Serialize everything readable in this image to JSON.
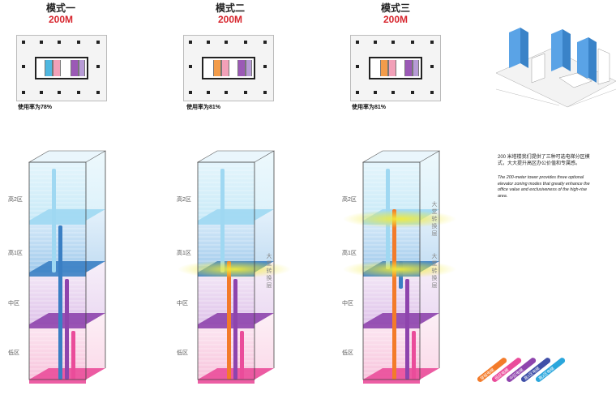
{
  "modes": [
    {
      "title": "模式一",
      "height": "200M",
      "usage": "使用率为78%",
      "plan_colors": [
        "#4fb7e0",
        "#f2a0b8",
        "#9b59b6",
        "#b79bd6"
      ],
      "transfer": ""
    },
    {
      "title": "模式二",
      "height": "200M",
      "usage": "使用率为81%",
      "plan_colors": [
        "#f39c4a",
        "#f2a0b8",
        "#9b59b6",
        "#b79bd6"
      ],
      "transfer": "大堂转换层"
    },
    {
      "title": "模式三",
      "height": "200M",
      "usage": "使用率为81%",
      "plan_colors": [
        "#f39c4a",
        "#f2a0b8",
        "#9b59b6",
        "#b79bd6"
      ],
      "transfer": "大堂转换层"
    }
  ],
  "zones": [
    "高2区",
    "高1区",
    "中区",
    "低区"
  ],
  "description": {
    "cn": "200 米塔楼我们提供了三种可选电梯分区模式，大大提升高区办公价值和专属感。",
    "en": "The 200-meter tower provides three optional elevator zoning modes that greatly enhance the office value and exclusiveness of the high-rise area."
  },
  "legend": [
    {
      "label": "穿梭电梯",
      "color": "#f37b2a"
    },
    {
      "label": "低区电梯",
      "color": "#ea4c9a"
    },
    {
      "label": "中区电梯",
      "color": "#8e44ad"
    },
    {
      "label": "高1区电梯",
      "color": "#3f4fa8"
    },
    {
      "label": "高2区电梯",
      "color": "#2aa6dc"
    }
  ],
  "colors": {
    "zone_high2": "#9fd8f2",
    "zone_high1": "#3a7fc4",
    "zone_mid": "#8e44ad",
    "zone_low": "#ea4c9a",
    "transfer_glow": "#f3ec3a"
  },
  "icons": [
    "site-massing-3d-icon"
  ]
}
